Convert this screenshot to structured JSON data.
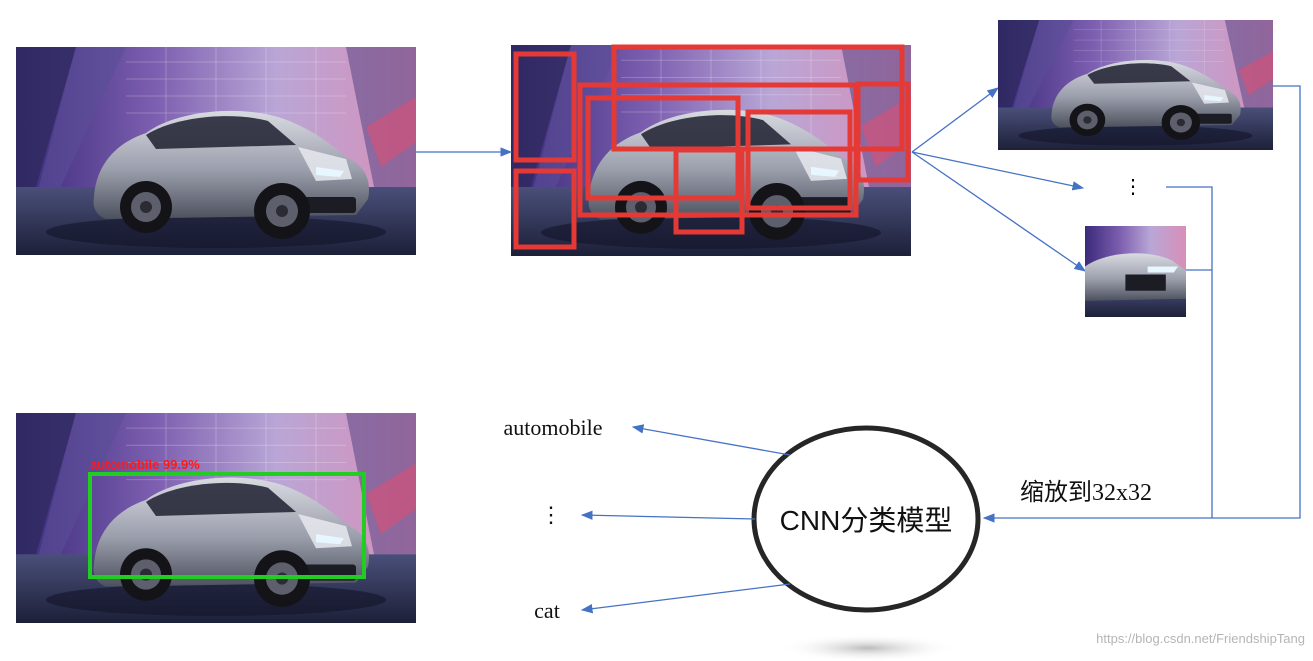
{
  "detection_label": "automobile 99.9%",
  "model_label": "CNN分类模型",
  "resize_label": "缩放到32x32",
  "outputs": {
    "top": "automobile",
    "middle": "⋮",
    "bottom": "cat"
  },
  "candidates_ellipsis": "⋮",
  "watermark": "https://blog.csdn.net/FriendshipTang",
  "colors": {
    "proposal_box": "#e53935",
    "detection_box": "#22cc22",
    "arrow": "#4472c4",
    "model_ring": "#262626"
  }
}
